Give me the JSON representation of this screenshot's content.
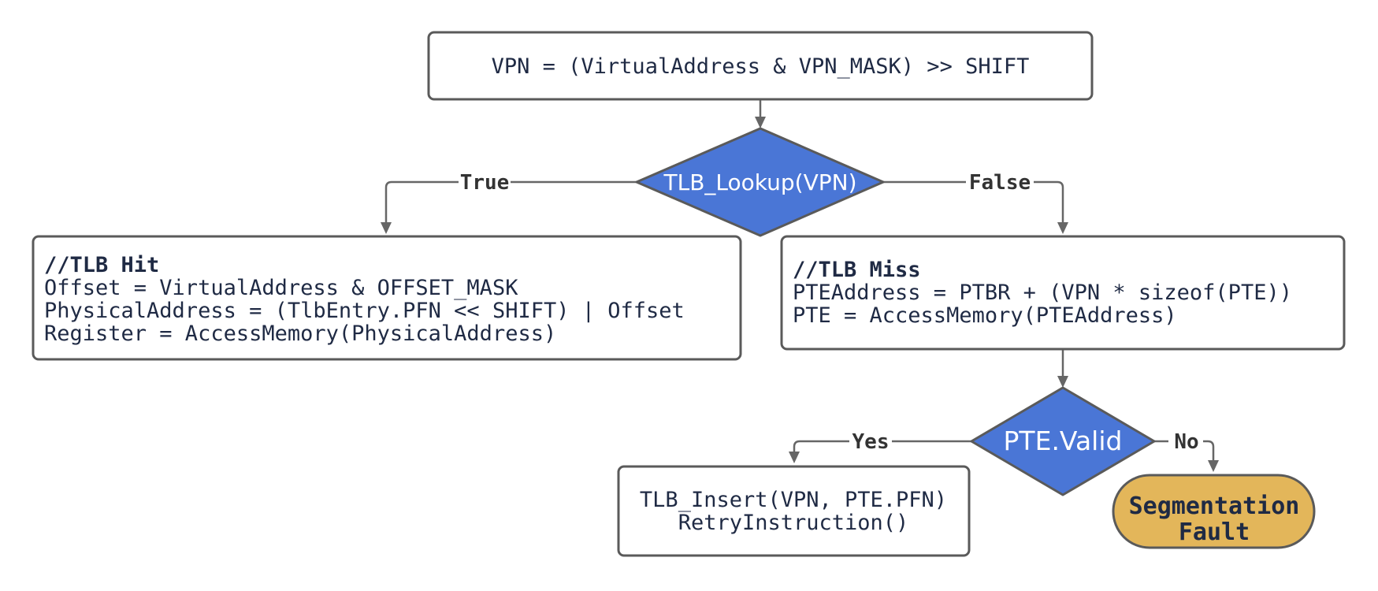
{
  "colors": {
    "decision_fill": "#4a76d6",
    "terminal_fill": "#e3b65a",
    "box_border": "#5a5a5a",
    "connector": "#666666",
    "text": "#1f2a44"
  },
  "nodes": {
    "vpn_calc": {
      "lines": [
        "VPN = (VirtualAddress & VPN_MASK) >> SHIFT"
      ]
    },
    "tlb_lookup": {
      "label": "TLB_Lookup(VPN)"
    },
    "tlb_hit": {
      "heading": "//TLB Hit",
      "lines": [
        "Offset = VirtualAddress & OFFSET_MASK",
        "PhysicalAddress = (TlbEntry.PFN << SHIFT) | Offset",
        "Register = AccessMemory(PhysicalAddress)"
      ]
    },
    "tlb_miss": {
      "heading": "//TLB Miss",
      "lines": [
        "PTEAddress = PTBR + (VPN * sizeof(PTE))",
        "PTE = AccessMemory(PTEAddress)"
      ]
    },
    "pte_valid": {
      "label": "PTE.Valid"
    },
    "tlb_insert": {
      "lines": [
        "TLB_Insert(VPN, PTE.PFN)",
        "RetryInstruction()"
      ]
    },
    "seg_fault": {
      "lines": [
        "Segmentation",
        "Fault"
      ]
    }
  },
  "edges": {
    "true_label": "True",
    "false_label": "False",
    "yes_label": "Yes",
    "no_label": "No"
  }
}
